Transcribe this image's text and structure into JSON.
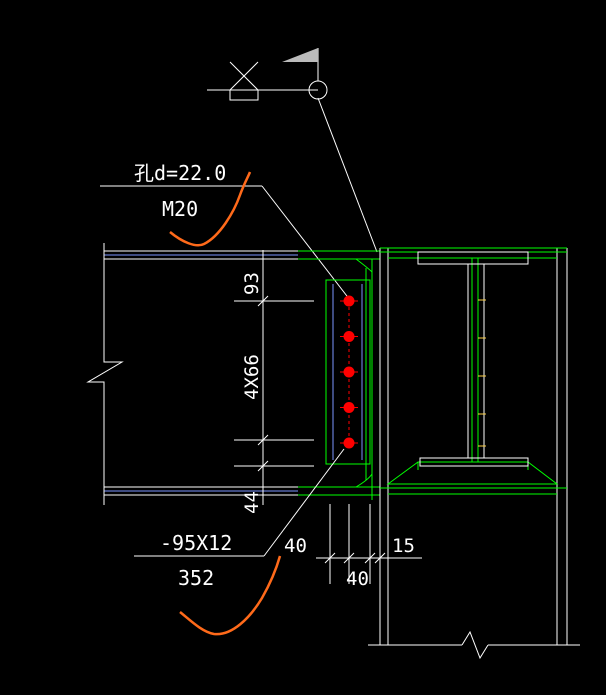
{
  "annotations": {
    "hole_label": "孔d=22.0",
    "bolt_label": "M20",
    "dim_top_edge": "93",
    "dim_bolt_spacing": "4X66",
    "dim_bottom_edge": "44",
    "plate_label": "-95X12",
    "plate_length": "352",
    "dim_40_a": "40",
    "dim_40_b": "40",
    "dim_15": "15"
  },
  "colors": {
    "background": "#000000",
    "lines": "#ffffff",
    "beam_flange": "#7d96ff",
    "connection": "#00ff00",
    "bolt": "#ff0000",
    "markup": "#ff6a1a",
    "web_ticks": "#ffd24a"
  },
  "bolts": {
    "count": 5
  }
}
